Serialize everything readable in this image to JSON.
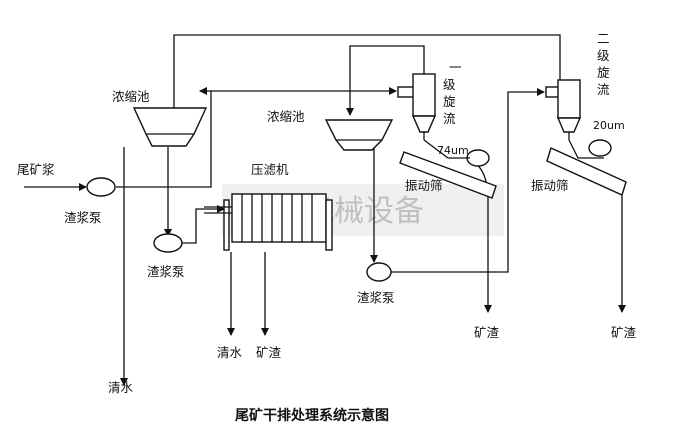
{
  "title": "尾矿干排处理系统示意图",
  "watermark": "富皓机械设备",
  "labels": {
    "feed": "尾矿浆",
    "thickener_1": "浓缩池",
    "thickener_2": "浓缩池",
    "filter_press": "压滤机",
    "pump_1": "渣浆泵",
    "pump_2": "渣浆泵",
    "pump_3": "渣浆泵",
    "cyclone_1": "一级旋流",
    "cyclone_2": "二级旋流",
    "mesh_1": "74um",
    "mesh_2": "20um",
    "screen_1": "振动筛",
    "screen_2": "振动筛",
    "out_water_1": "清水",
    "out_water_2": "清水",
    "out_residue_1": "矿渣",
    "out_residue_2": "矿渣",
    "out_residue_3": "矿渣"
  },
  "return_mark": "↵"
}
